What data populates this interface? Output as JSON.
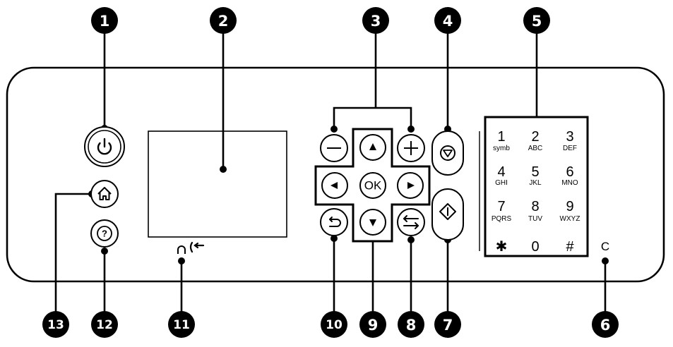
{
  "callouts": [
    "1",
    "2",
    "3",
    "4",
    "5",
    "6",
    "7",
    "8",
    "9",
    "10",
    "11",
    "12",
    "13"
  ],
  "ok_label": "OK",
  "clear_label": "C",
  "keypad": [
    {
      "digit": "1",
      "letters": "symb"
    },
    {
      "digit": "2",
      "letters": "ABC"
    },
    {
      "digit": "3",
      "letters": "DEF"
    },
    {
      "digit": "4",
      "letters": "GHI"
    },
    {
      "digit": "5",
      "letters": "JKL"
    },
    {
      "digit": "6",
      "letters": "MNO"
    },
    {
      "digit": "7",
      "letters": "PQRS"
    },
    {
      "digit": "8",
      "letters": "TUV"
    },
    {
      "digit": "9",
      "letters": "WXYZ"
    },
    {
      "digit": "✱",
      "letters": ""
    },
    {
      "digit": "0",
      "letters": ""
    },
    {
      "digit": "#",
      "letters": ""
    }
  ],
  "icons": {
    "power": "power-icon",
    "home": "home-icon",
    "help": "help-icon",
    "stop": "stop-icon",
    "start": "start-icon",
    "back": "back-arrow-icon",
    "switch": "switch-arrows-icon",
    "minus": "minus-icon",
    "plus": "plus-icon",
    "up": "up-arrow-icon",
    "down": "down-arrow-icon",
    "left": "left-arrow-icon",
    "right": "right-arrow-icon",
    "indicators": "headset-and-fax-icon"
  },
  "colors": {
    "line": "#000000",
    "background": "#ffffff",
    "callout_fill": "#000000"
  }
}
